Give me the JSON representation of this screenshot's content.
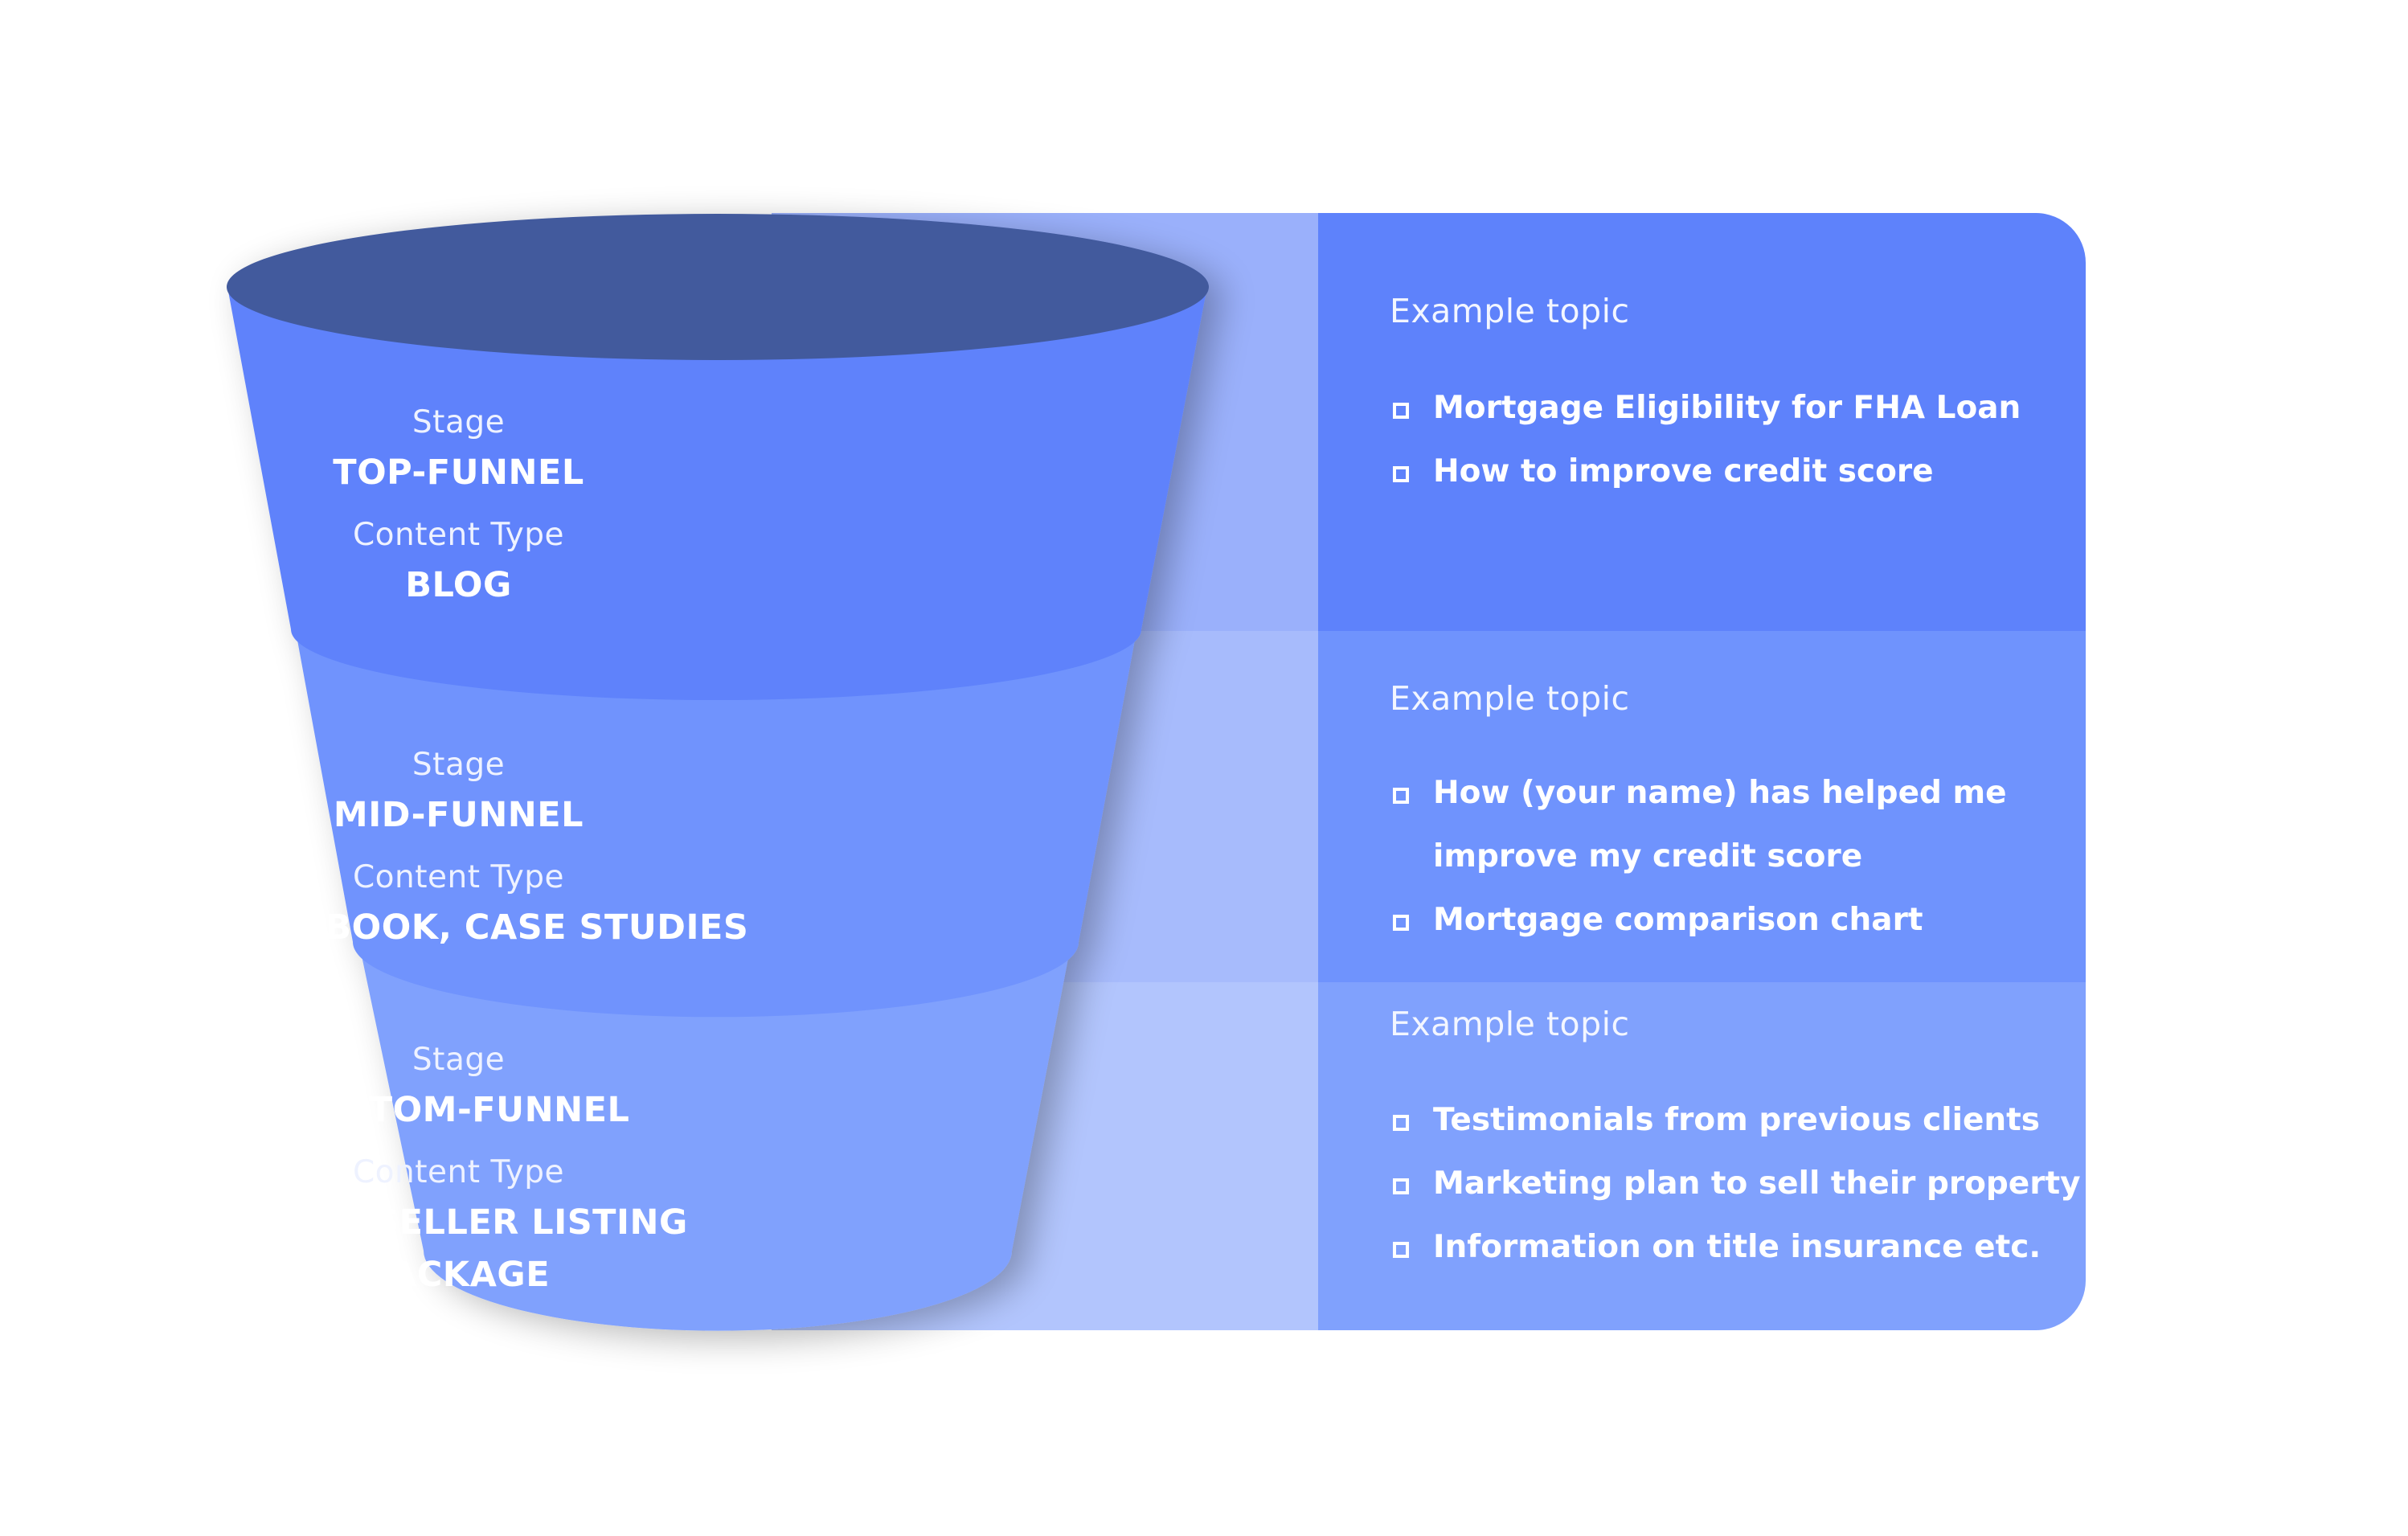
{
  "stages": [
    {
      "stage_label": "Stage",
      "stage_value": "TOP-FUNNEL",
      "content_label": "Content Type",
      "content_value": "BLOG",
      "topic_heading": "Example topic",
      "topics": [
        "Mortgage Eligibility for FHA Loan",
        "How to improve credit score"
      ]
    },
    {
      "stage_label": "Stage",
      "stage_value": "MID-FUNNEL",
      "content_label": "Content Type",
      "content_value": "BLOG, EBOOK, CASE STUDIES",
      "topic_heading": "Example topic",
      "topics": [
        "How (your name) has helped me",
        "improve my credit score",
        "Mortgage comparison chart"
      ]
    },
    {
      "stage_label": "Stage",
      "stage_value": "BOTTOM-FUNNEL",
      "content_label": "Content Type",
      "content_value": "BUYER/SELLER LISTING",
      "content_value_2": "PACKAGE",
      "topic_heading": "Example topic",
      "topics": [
        "Testimonials from previous clients",
        "Marketing plan to sell their property",
        "Information on title insurance etc."
      ]
    }
  ],
  "colors": {
    "funnel_rim": "#425a9d",
    "top_section": "#5e82fb",
    "mid_section": "#6f93fd",
    "bottom_section": "#80a1fd"
  }
}
